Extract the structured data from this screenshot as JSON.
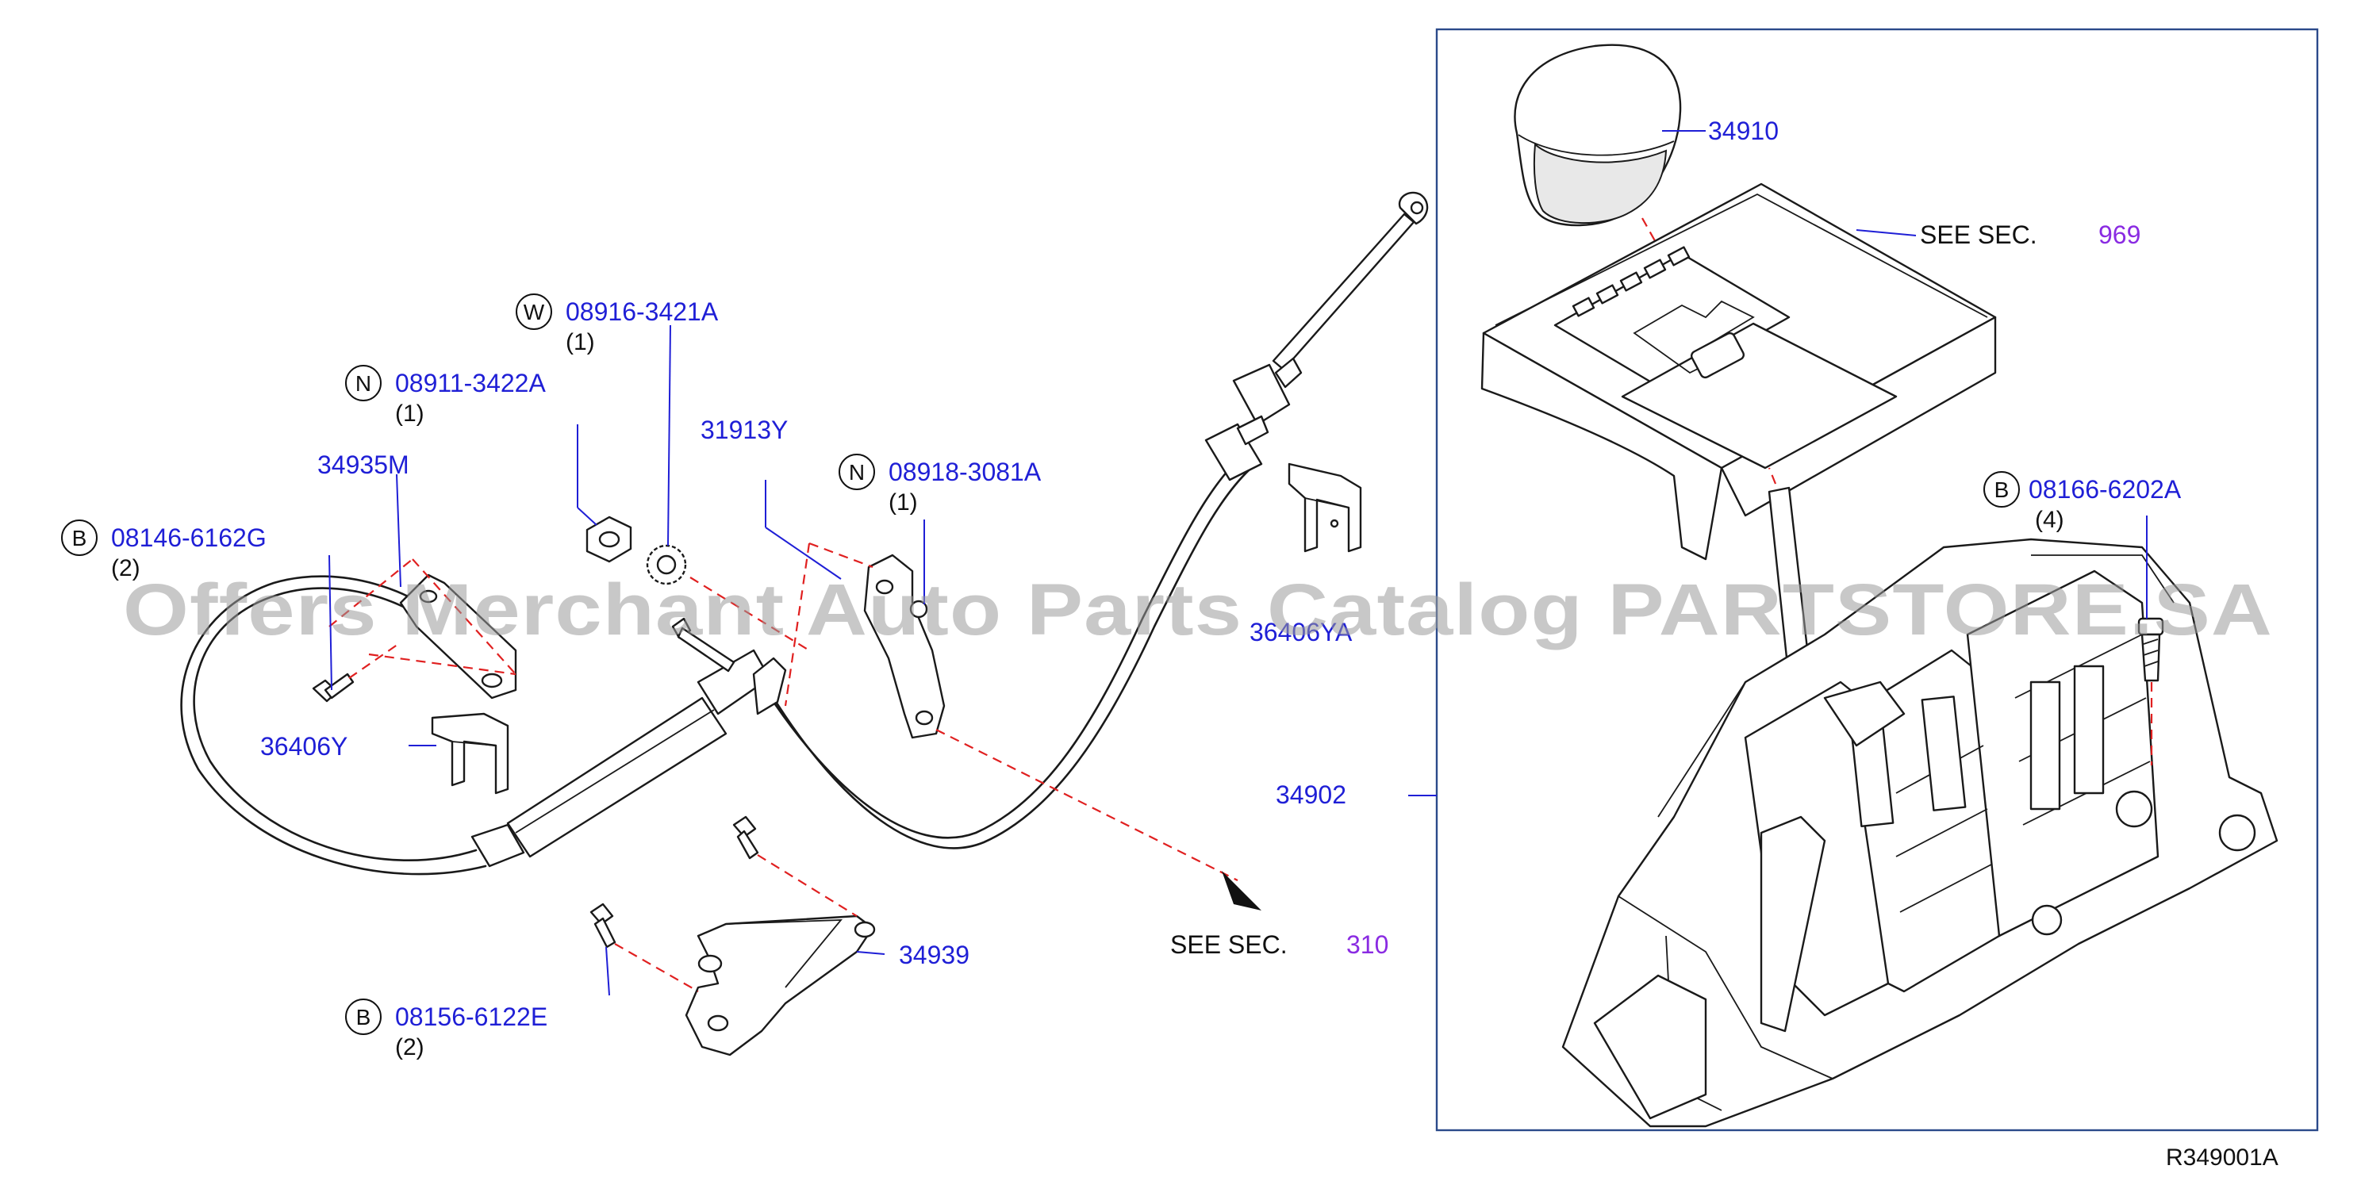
{
  "parts": {
    "p34910": "34910",
    "see_sec_969_label": "SEE   SEC.",
    "see_sec_969_num": "969",
    "b_08166": {
      "badge": "B",
      "code": "08166-6202A",
      "qty": "(4)"
    },
    "p34902": "34902",
    "see_sec_310_label": "SEE   SEC.",
    "see_sec_310_num": "310",
    "p34939": "34939",
    "b_08156": {
      "badge": "B",
      "code": "08156-6122E",
      "qty": "(2)"
    },
    "p36406Y": "36406Y",
    "b_08146": {
      "badge": "B",
      "code": "08146-6162G",
      "qty": "(2)"
    },
    "p34935M": "34935M",
    "n_08911": {
      "badge": "N",
      "code": "08911-3422A",
      "qty": "(1)"
    },
    "w_08916": {
      "badge": "W",
      "code": "08916-3421A",
      "qty": "(1)"
    },
    "p31913Y": "31913Y",
    "n_08918": {
      "badge": "N",
      "code": "08918-3081A",
      "qty": "(1)"
    },
    "p36406YA": "36406YA"
  },
  "watermark": "Offers Merchant Auto Parts Catalog PARTSTORE.SA",
  "reference": "R349001A"
}
